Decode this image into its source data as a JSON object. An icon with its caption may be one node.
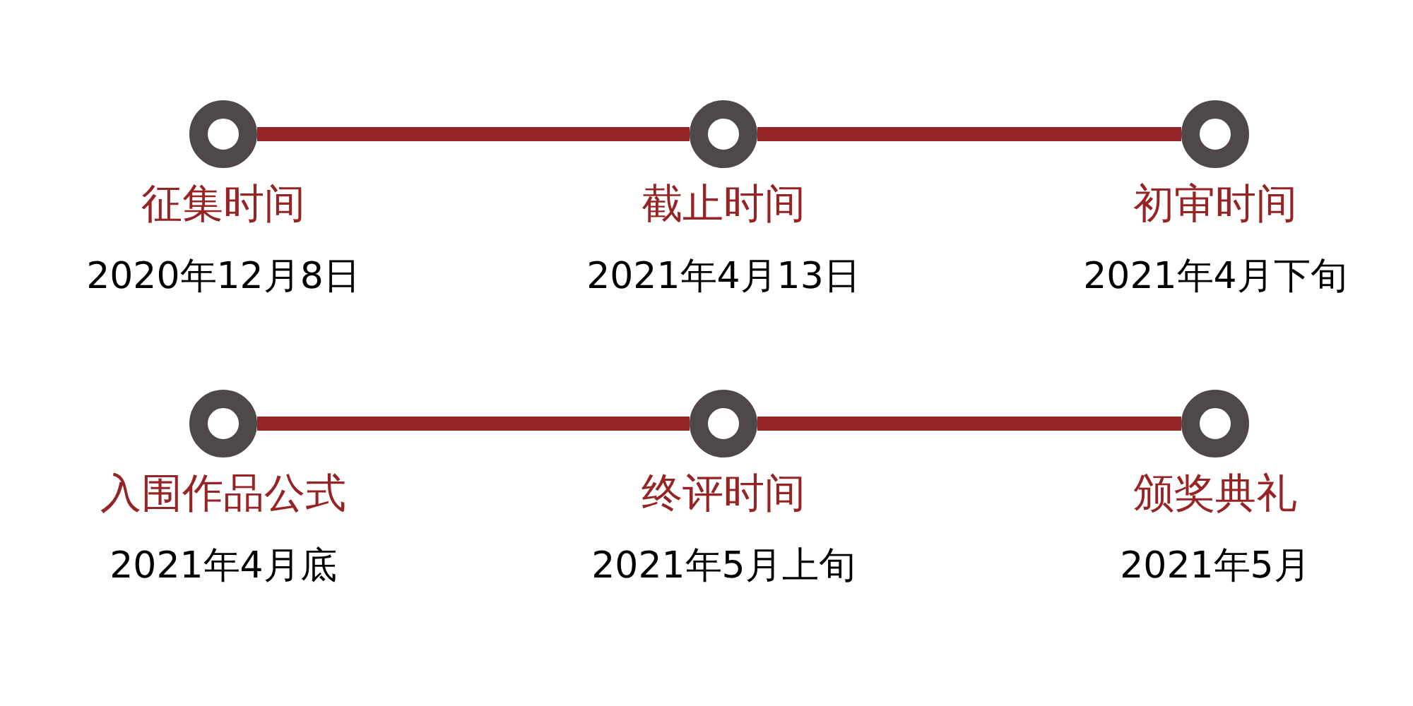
{
  "diagram": {
    "nodes": [
      {
        "text": [],
        "shape": "circle",
        "beside": [
          "征集时间",
          "2020年12月8日"
        ]
      },
      {
        "text": [],
        "shape": "circle",
        "beside": [
          "截止时间",
          "2021年4月13日"
        ]
      },
      {
        "text": [],
        "shape": "circle",
        "beside": [
          "初审时间",
          "2021年4月下旬"
        ]
      },
      {
        "text": [],
        "shape": "circle",
        "beside": [
          "入围作品公式",
          "2021年4月底"
        ]
      },
      {
        "text": [],
        "shape": "circle",
        "beside": [
          "终评时间",
          "2021年5月上旬"
        ]
      },
      {
        "text": [],
        "shape": "circle",
        "beside": [
          "颁奖典礼",
          "2021年5月"
        ]
      }
    ],
    "edges": [
      {
        "from": 0,
        "to": 1,
        "arrow": "none"
      },
      {
        "from": 1,
        "to": 2,
        "arrow": "none"
      },
      {
        "from": 3,
        "to": 4,
        "arrow": "none"
      },
      {
        "from": 4,
        "to": 5,
        "arrow": "none"
      }
    ]
  }
}
